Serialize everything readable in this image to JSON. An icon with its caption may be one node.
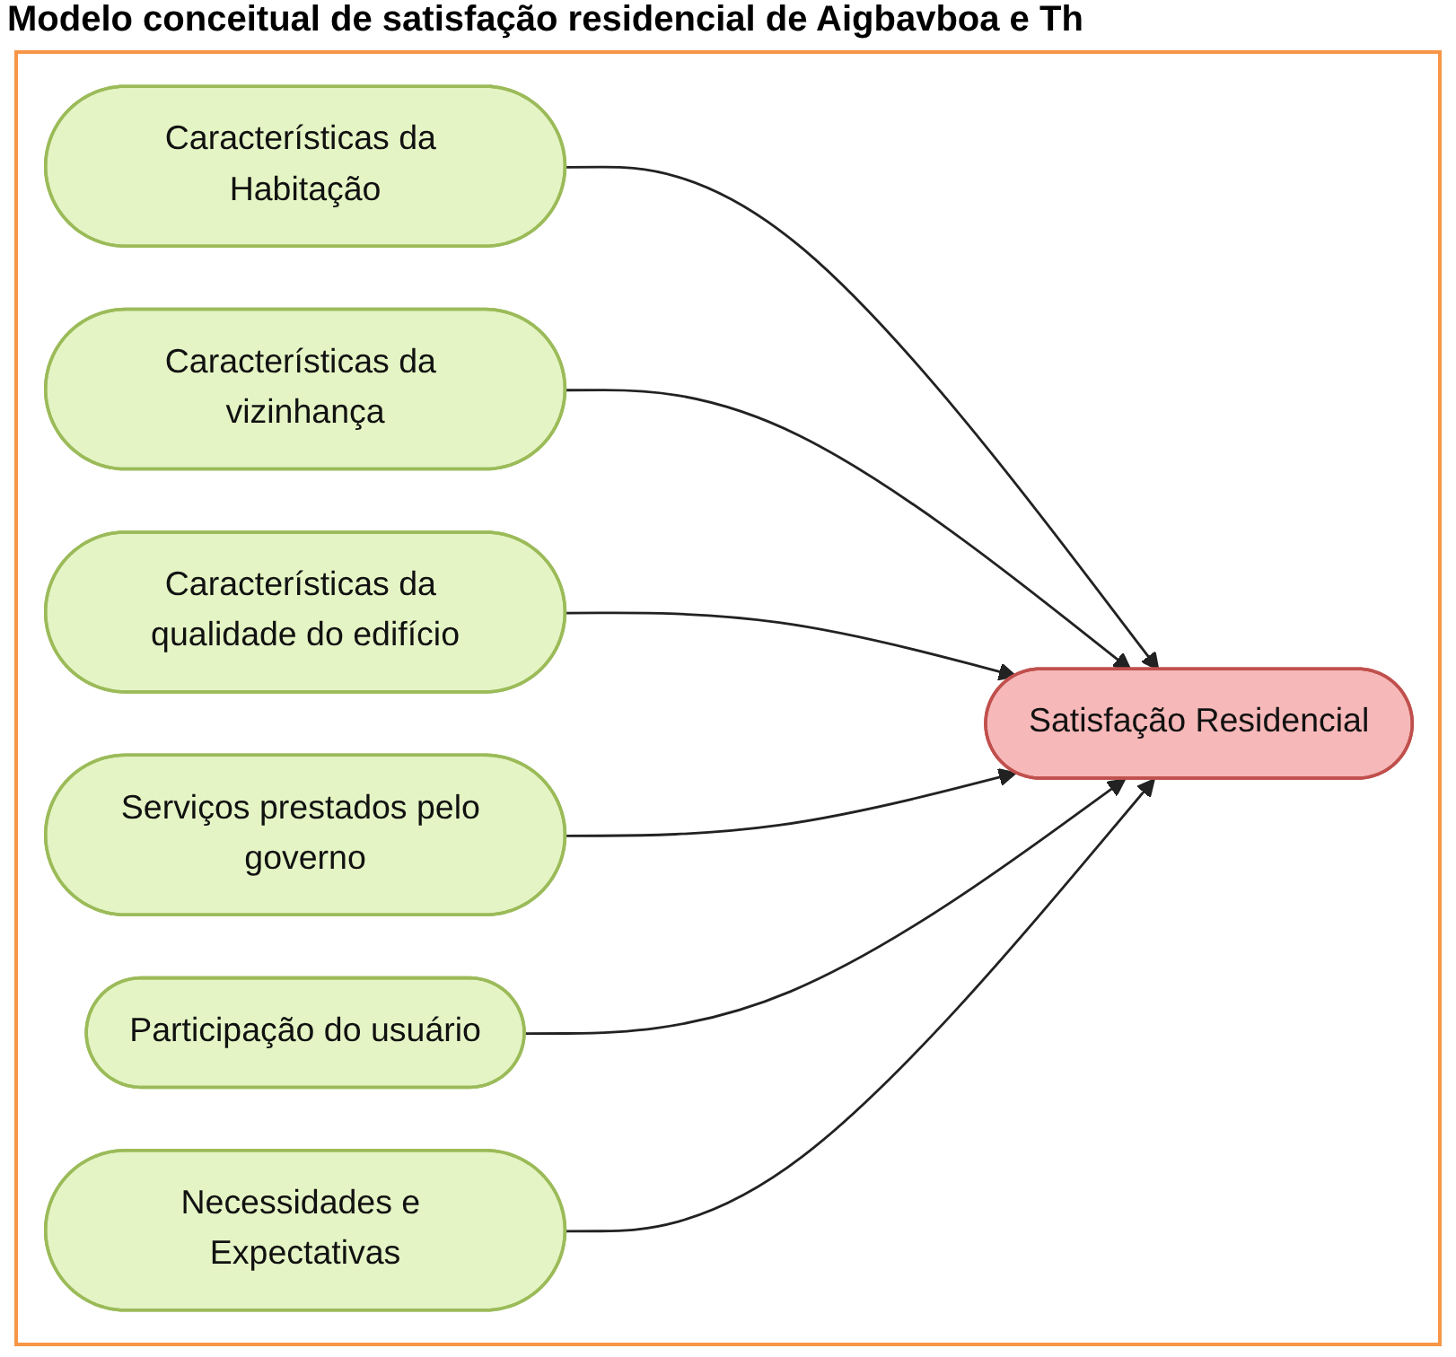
{
  "diagram": {
    "title": "Modelo conceitual de satisfação residencial de Aigbavboa e Th",
    "nodes": [
      {
        "text": [
          "Características da Habitação"
        ]
      },
      {
        "text": [
          "Características da vizinhança"
        ]
      },
      {
        "text": [
          "Características da qualidade do edifício"
        ]
      },
      {
        "text": [
          "Serviços prestados pelo governo"
        ]
      },
      {
        "text": [
          "Participação do usuário"
        ]
      },
      {
        "text": [
          "Necessidades e Expectativas"
        ]
      },
      {
        "text": [
          "Satisfação Residencial"
        ]
      }
    ],
    "edges": [
      {
        "from": 0,
        "to": 6,
        "arrow": "to"
      },
      {
        "from": 1,
        "to": 6,
        "arrow": "to"
      },
      {
        "from": 2,
        "to": 6,
        "arrow": "to"
      },
      {
        "from": 3,
        "to": 6,
        "arrow": "to"
      },
      {
        "from": 4,
        "to": 6,
        "arrow": "to"
      },
      {
        "from": 5,
        "to": 6,
        "arrow": "to"
      }
    ]
  }
}
